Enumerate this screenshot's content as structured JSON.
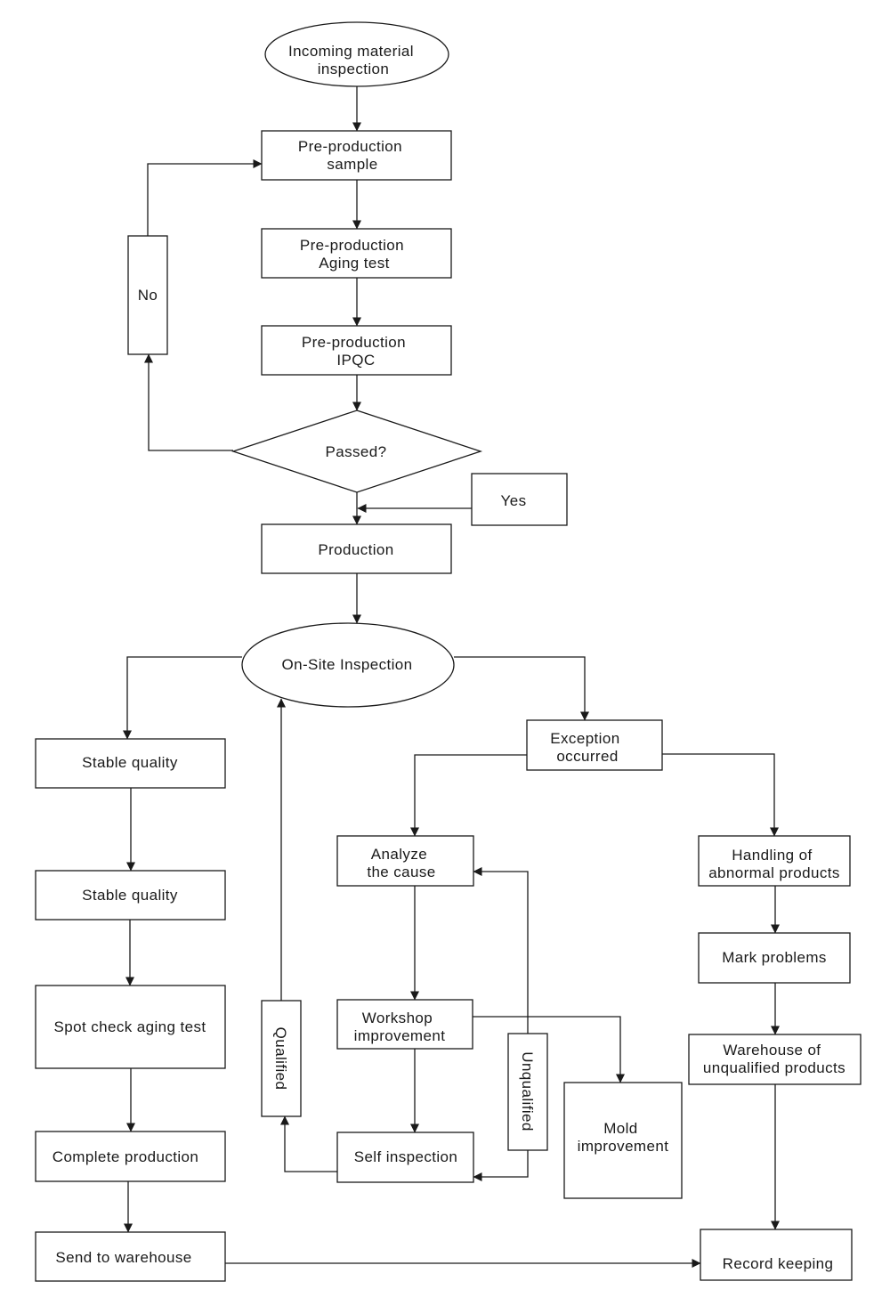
{
  "nodes": {
    "incoming": [
      "Incoming material",
      "inspection"
    ],
    "sample": [
      "Pre-production",
      "sample"
    ],
    "aging": [
      "Pre-production",
      "Aging test"
    ],
    "ipqc": [
      "Pre-production",
      "IPQC"
    ],
    "passed": [
      "Passed?"
    ],
    "no": [
      "No"
    ],
    "yes": [
      "Yes"
    ],
    "production": [
      "Production"
    ],
    "onsite": [
      "On-Site Inspection"
    ],
    "stable1": [
      "Stable quality"
    ],
    "stable2": [
      "Stable quality"
    ],
    "spotcheck": [
      "Spot check aging test"
    ],
    "complete": [
      "Complete production"
    ],
    "send": [
      "Send to warehouse"
    ],
    "exception": [
      "Exception",
      "occurred"
    ],
    "analyze": [
      "Analyze",
      "the cause"
    ],
    "workshop": [
      "Workshop",
      "improvement"
    ],
    "selfinsp": [
      "Self inspection"
    ],
    "qualified": [
      "Qualified"
    ],
    "unqualified": [
      "Unqualified"
    ],
    "mold": [
      "Mold",
      "improvement"
    ],
    "handling": [
      "Handling of",
      "abnormal products"
    ],
    "mark": [
      "Mark problems"
    ],
    "warehouse_unq": [
      "Warehouse of",
      "unqualified products"
    ],
    "record": [
      "Record keeping"
    ]
  }
}
